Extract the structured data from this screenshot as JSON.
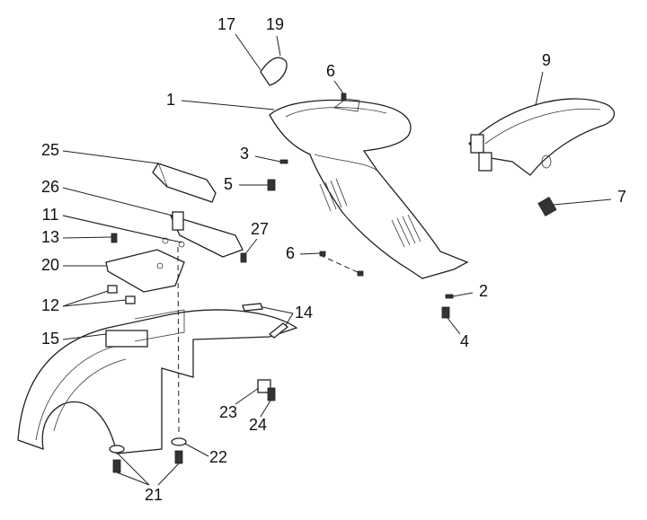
{
  "diagram": {
    "labels": [
      "17",
      "19",
      "6",
      "9",
      "1",
      "3",
      "5",
      "7",
      "25",
      "26",
      "11",
      "27",
      "13",
      "6",
      "20",
      "2",
      "12",
      "14",
      "4",
      "15",
      "23",
      "24",
      "22",
      "21"
    ]
  }
}
